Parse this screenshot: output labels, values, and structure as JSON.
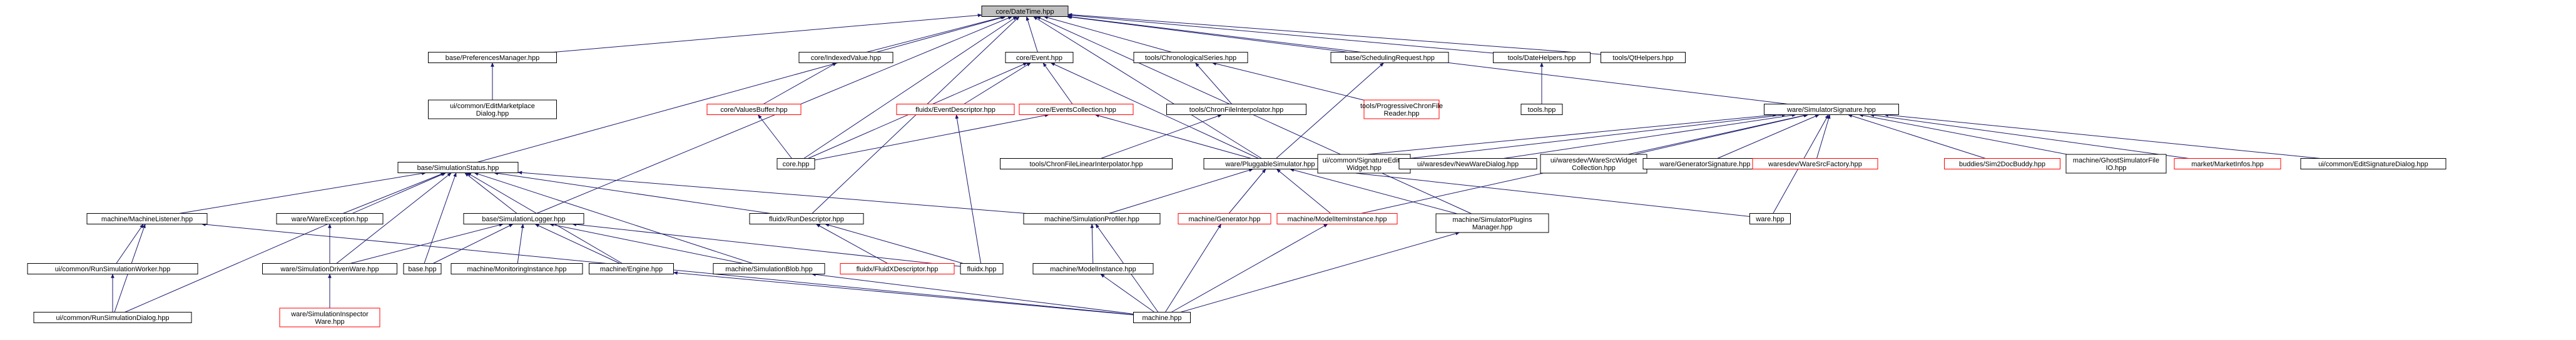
{
  "colors": {
    "edge": "#191970",
    "node_border": "#000000",
    "node_border_missing": "#ff0000",
    "node_fill": "#ffffff",
    "root_fill": "#bfbfbf",
    "text": "#000000"
  },
  "nodes": {
    "n0": {
      "lines": [
        "core/DateTime.hpp"
      ],
      "kind": "root"
    },
    "n1": {
      "lines": [
        "base/PreferencesManager.hpp"
      ],
      "kind": "file"
    },
    "n2": {
      "lines": [
        "core/IndexedValue.hpp"
      ],
      "kind": "file"
    },
    "n3": {
      "lines": [
        "core/Event.hpp"
      ],
      "kind": "file"
    },
    "n4": {
      "lines": [
        "tools/ChronologicalSeries.hpp"
      ],
      "kind": "file"
    },
    "n5": {
      "lines": [
        "base/SchedulingRequest.hpp"
      ],
      "kind": "file"
    },
    "n6": {
      "lines": [
        "tools/DateHelpers.hpp"
      ],
      "kind": "file"
    },
    "n7": {
      "lines": [
        "tools/QtHelpers.hpp"
      ],
      "kind": "file"
    },
    "n8": {
      "lines": [
        "ui/common/EditMarketplace",
        "Dialog.hpp"
      ],
      "kind": "file"
    },
    "n9": {
      "lines": [
        "core/ValuesBuffer.hpp"
      ],
      "kind": "missing"
    },
    "n10": {
      "lines": [
        "fluidx/EventDescriptor.hpp"
      ],
      "kind": "missing"
    },
    "n11": {
      "lines": [
        "core/EventsCollection.hpp"
      ],
      "kind": "missing"
    },
    "n12": {
      "lines": [
        "tools/ChronFileInterpolator.hpp"
      ],
      "kind": "file"
    },
    "n13": {
      "lines": [
        "tools/ProgressiveChronFile",
        "Reader.hpp"
      ],
      "kind": "missing"
    },
    "n14": {
      "lines": [
        "tools.hpp"
      ],
      "kind": "file"
    },
    "n15": {
      "lines": [
        "ware/SimulatorSignature.hpp"
      ],
      "kind": "file"
    },
    "n16": {
      "lines": [
        "core.hpp"
      ],
      "kind": "file"
    },
    "n17": {
      "lines": [
        "tools/ChronFileLinearInterpolator.hpp"
      ],
      "kind": "file"
    },
    "n18": {
      "lines": [
        "ware/PluggableSimulator.hpp"
      ],
      "kind": "file"
    },
    "n19": {
      "lines": [
        "ui/common/SignatureEditor",
        "Widget.hpp"
      ],
      "kind": "file"
    },
    "n20": {
      "lines": [
        "ui/waresdev/NewWareDialog.hpp"
      ],
      "kind": "file"
    },
    "n21": {
      "lines": [
        "ui/waresdev/WareSrcWidget",
        "Collection.hpp"
      ],
      "kind": "file"
    },
    "n22": {
      "lines": [
        "ware/GeneratorSignature.hpp"
      ],
      "kind": "file"
    },
    "n23": {
      "lines": [
        "waresdev/WareSrcFactory.hpp"
      ],
      "kind": "missing"
    },
    "n24": {
      "lines": [
        "buddies/Sim2DocBuddy.hpp"
      ],
      "kind": "missing"
    },
    "n25": {
      "lines": [
        "machine/GhostSimulatorFile",
        "IO.hpp"
      ],
      "kind": "file"
    },
    "n26": {
      "lines": [
        "market/MarketInfos.hpp"
      ],
      "kind": "missing"
    },
    "n27": {
      "lines": [
        "ui/common/EditSignatureDialog.hpp"
      ],
      "kind": "file"
    },
    "n28": {
      "lines": [
        "base/SimulationStatus.hpp"
      ],
      "kind": "file"
    },
    "n29": {
      "lines": [
        "machine/MachineListener.hpp"
      ],
      "kind": "file"
    },
    "n30": {
      "lines": [
        "ware/WareException.hpp"
      ],
      "kind": "file"
    },
    "n31": {
      "lines": [
        "base/SimulationLogger.hpp"
      ],
      "kind": "file"
    },
    "n32": {
      "lines": [
        "fluidx/RunDescriptor.hpp"
      ],
      "kind": "file"
    },
    "n33": {
      "lines": [
        "machine/SimulationProfiler.hpp"
      ],
      "kind": "file"
    },
    "n34": {
      "lines": [
        "machine/Generator.hpp"
      ],
      "kind": "missing"
    },
    "n35": {
      "lines": [
        "machine/ModelItemInstance.hpp"
      ],
      "kind": "missing"
    },
    "n36": {
      "lines": [
        "machine/SimulatorPlugins",
        "Manager.hpp"
      ],
      "kind": "file"
    },
    "n37": {
      "lines": [
        "ware.hpp"
      ],
      "kind": "file"
    },
    "n38": {
      "lines": [
        "ui/common/RunSimulationWorker.hpp"
      ],
      "kind": "file"
    },
    "n39": {
      "lines": [
        "ware/SimulationDrivenWare.hpp"
      ],
      "kind": "file"
    },
    "n40": {
      "lines": [
        "base.hpp"
      ],
      "kind": "file"
    },
    "n41": {
      "lines": [
        "machine/MonitoringInstance.hpp"
      ],
      "kind": "file"
    },
    "n42": {
      "lines": [
        "machine/Engine.hpp"
      ],
      "kind": "file"
    },
    "n43": {
      "lines": [
        "machine/SimulationBlob.hpp"
      ],
      "kind": "file"
    },
    "n44": {
      "lines": [
        "fluidx/FluidXDescriptor.hpp"
      ],
      "kind": "missing"
    },
    "n45": {
      "lines": [
        "fluidx.hpp"
      ],
      "kind": "file"
    },
    "n46": {
      "lines": [
        "machine/ModelInstance.hpp"
      ],
      "kind": "file"
    },
    "n47": {
      "lines": [
        "ui/common/RunSimulationDialog.hpp"
      ],
      "kind": "file"
    },
    "n48": {
      "lines": [
        "ware/SimulationInspector",
        "Ware.hpp"
      ],
      "kind": "missing"
    },
    "n49": {
      "lines": [
        "machine.hpp"
      ],
      "kind": "file"
    }
  },
  "edges": [
    [
      "n1",
      "n0"
    ],
    [
      "n2",
      "n0"
    ],
    [
      "n3",
      "n0"
    ],
    [
      "n4",
      "n0"
    ],
    [
      "n5",
      "n0"
    ],
    [
      "n6",
      "n0"
    ],
    [
      "n7",
      "n0"
    ],
    [
      "n15",
      "n0"
    ],
    [
      "n16",
      "n0"
    ],
    [
      "n18",
      "n0"
    ],
    [
      "n28",
      "n0"
    ],
    [
      "n31",
      "n0"
    ],
    [
      "n32",
      "n0"
    ],
    [
      "n36",
      "n0"
    ],
    [
      "n8",
      "n1"
    ],
    [
      "n9",
      "n2"
    ],
    [
      "n10",
      "n3"
    ],
    [
      "n11",
      "n3"
    ],
    [
      "n16",
      "n3"
    ],
    [
      "n18",
      "n3"
    ],
    [
      "n12",
      "n4"
    ],
    [
      "n13",
      "n4"
    ],
    [
      "n18",
      "n5"
    ],
    [
      "n14",
      "n6"
    ],
    [
      "n16",
      "n9"
    ],
    [
      "n45",
      "n10"
    ],
    [
      "n16",
      "n11"
    ],
    [
      "n18",
      "n11"
    ],
    [
      "n17",
      "n12"
    ],
    [
      "n18",
      "n15"
    ],
    [
      "n19",
      "n15"
    ],
    [
      "n20",
      "n15"
    ],
    [
      "n21",
      "n15"
    ],
    [
      "n22",
      "n15"
    ],
    [
      "n23",
      "n15"
    ],
    [
      "n24",
      "n15"
    ],
    [
      "n25",
      "n15"
    ],
    [
      "n26",
      "n15"
    ],
    [
      "n27",
      "n15"
    ],
    [
      "n35",
      "n15"
    ],
    [
      "n37",
      "n15"
    ],
    [
      "n33",
      "n18"
    ],
    [
      "n34",
      "n18"
    ],
    [
      "n35",
      "n18"
    ],
    [
      "n36",
      "n18"
    ],
    [
      "n37",
      "n18"
    ],
    [
      "n29",
      "n28"
    ],
    [
      "n30",
      "n28"
    ],
    [
      "n31",
      "n28"
    ],
    [
      "n32",
      "n28"
    ],
    [
      "n33",
      "n28"
    ],
    [
      "n39",
      "n28"
    ],
    [
      "n40",
      "n28"
    ],
    [
      "n42",
      "n28"
    ],
    [
      "n43",
      "n28"
    ],
    [
      "n47",
      "n28"
    ],
    [
      "n38",
      "n29"
    ],
    [
      "n47",
      "n29"
    ],
    [
      "n49",
      "n29"
    ],
    [
      "n39",
      "n30"
    ],
    [
      "n39",
      "n31"
    ],
    [
      "n40",
      "n31"
    ],
    [
      "n41",
      "n31"
    ],
    [
      "n42",
      "n31"
    ],
    [
      "n43",
      "n31"
    ],
    [
      "n45",
      "n31"
    ],
    [
      "n44",
      "n32"
    ],
    [
      "n45",
      "n32"
    ],
    [
      "n46",
      "n33"
    ],
    [
      "n49",
      "n33"
    ],
    [
      "n49",
      "n34"
    ],
    [
      "n49",
      "n35"
    ],
    [
      "n49",
      "n36"
    ],
    [
      "n47",
      "n38"
    ],
    [
      "n48",
      "n39"
    ],
    [
      "n49",
      "n42"
    ],
    [
      "n49",
      "n43"
    ],
    [
      "n49",
      "n46"
    ]
  ]
}
